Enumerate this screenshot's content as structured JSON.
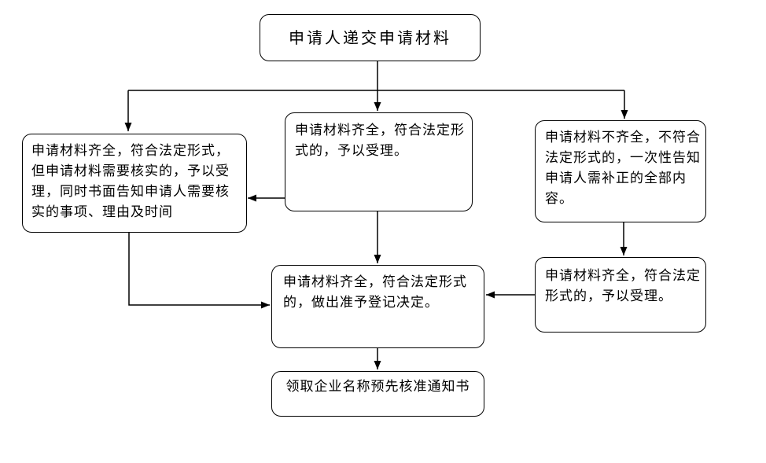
{
  "diagram": {
    "type": "flowchart",
    "language": "zh-CN",
    "colors": {
      "background": "#ffffff",
      "node_fill": "#ffffff",
      "node_border": "#000000",
      "connector": "#000000",
      "text": "#000000"
    },
    "nodes": {
      "start": {
        "text": "申请人递交申请材料"
      },
      "left": {
        "text": "申请材料齐全，符合法定形式，\n但申请材料需要核实的，予以受\n理，同时书面告知申请人需要核\n实的事项、理由及时间"
      },
      "middle": {
        "text": "申请材料齐全，符合法定形\n式的，予以受理。"
      },
      "right": {
        "text": "申请材料不齐全，不符合\n法定形式的，一次性告知\n申请人需补正的全部内\n容。"
      },
      "right2": {
        "text": "申请材料齐全，符合法定\n形式的，予以受理。"
      },
      "center": {
        "text": "申请材料齐全，符合法定形式\n的，做出准予登记决定。"
      },
      "end": {
        "text": "领取企业名称预先核准通知书"
      }
    },
    "edges": [
      {
        "from": "start",
        "to": "left"
      },
      {
        "from": "start",
        "to": "middle"
      },
      {
        "from": "start",
        "to": "right"
      },
      {
        "from": "middle",
        "to": "left"
      },
      {
        "from": "left",
        "to": "center"
      },
      {
        "from": "middle",
        "to": "center"
      },
      {
        "from": "right",
        "to": "right2"
      },
      {
        "from": "right2",
        "to": "center"
      },
      {
        "from": "center",
        "to": "end"
      }
    ]
  }
}
